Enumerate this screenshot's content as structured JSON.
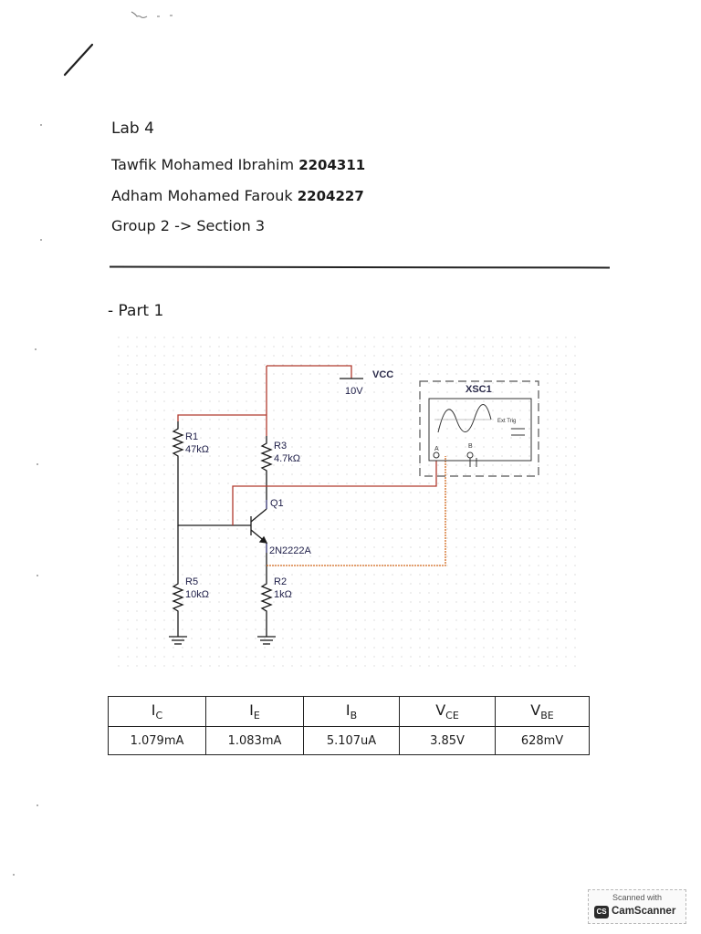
{
  "document": {
    "title": "Lab 4",
    "students": [
      {
        "name": "Tawfik Mohamed Ibrahim",
        "id": "2204311"
      },
      {
        "name": "Adham Mohamed Farouk",
        "id": "2204227"
      }
    ],
    "group_line": "Group 2 -> Section 3",
    "part_heading": "- Part 1"
  },
  "schematic": {
    "vcc_label": "VCC",
    "vcc_value": "10V",
    "scope_label": "XSC1",
    "scope_trig": "Ext Trig",
    "scope_a": "A",
    "scope_b": "B",
    "r1_name": "R1",
    "r1_value": "47kΩ",
    "r3_name": "R3",
    "r3_value": "4.7kΩ",
    "q1_name": "Q1",
    "q1_model": "2N2222A",
    "r5_name": "R5",
    "r5_value": "10kΩ",
    "r2_name": "R2",
    "r2_value": "1kΩ",
    "colors": {
      "wire": "#b03a2e",
      "probe_wire": "#d2691e",
      "component": "#1a1a1a",
      "grid_dot": "#c8c8c8"
    }
  },
  "table": {
    "headers": [
      {
        "main": "I",
        "sub": "C"
      },
      {
        "main": "I",
        "sub": "E"
      },
      {
        "main": "I",
        "sub": "B"
      },
      {
        "main": "V",
        "sub": "CE"
      },
      {
        "main": "V",
        "sub": "BE"
      }
    ],
    "values": [
      "1.079mA",
      "1.083mA",
      "5.107uA",
      "3.85V",
      "628mV"
    ]
  },
  "watermark": {
    "line1": "Scanned with",
    "logo": "CS",
    "brand": "CamScanner"
  }
}
